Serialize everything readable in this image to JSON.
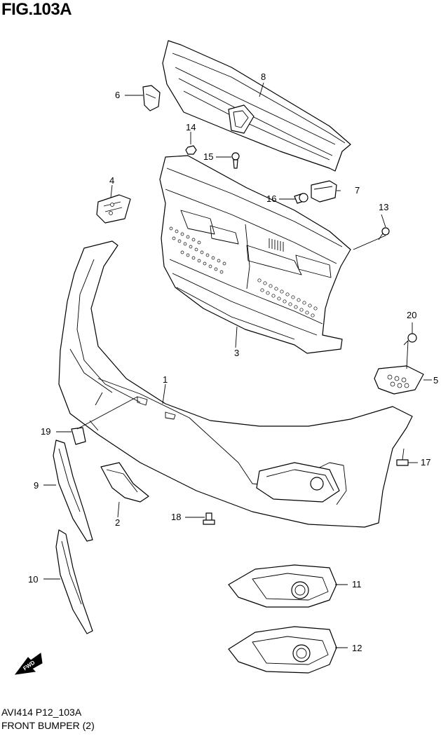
{
  "figure": {
    "title": "FIG.103A",
    "code": "AVI414 P12_103A",
    "name": "FRONT BUMPER (2)"
  },
  "callouts": {
    "c1": "1",
    "c2": "2",
    "c3": "3",
    "c4": "4",
    "c5": "5",
    "c6": "6",
    "c7": "7",
    "c8": "8",
    "c9": "9",
    "c10": "10",
    "c11": "11",
    "c12": "12",
    "c13": "13",
    "c14": "14",
    "c15": "15",
    "c16": "16",
    "c17": "17",
    "c18": "18",
    "c19": "19",
    "c20": "20"
  },
  "fwd_arrow": {
    "label": "FWD"
  }
}
